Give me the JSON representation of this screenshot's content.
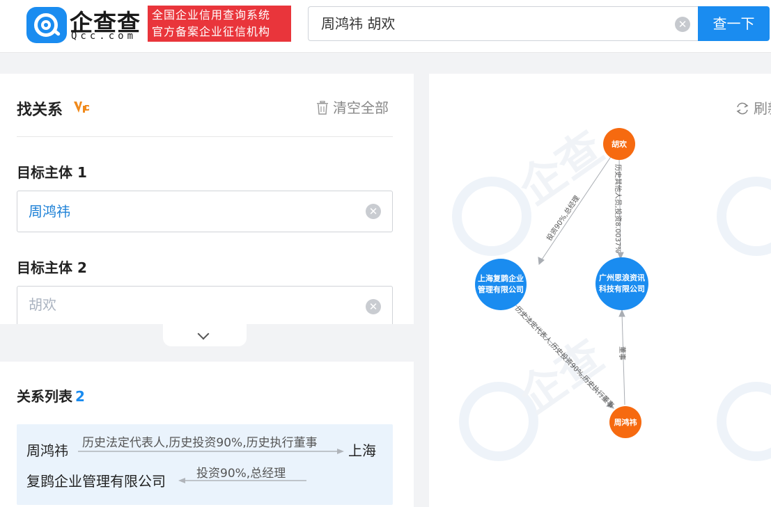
{
  "header": {
    "brand_cn": "企查查",
    "brand_en": "Qcc.com",
    "slogan_line1": "全国企业信用查询系统",
    "slogan_line2": "官方备案企业征信机构",
    "search_value": "周鸿祎 胡欢",
    "search_button": "查一下"
  },
  "finder": {
    "title": "找关系",
    "clear_all": "清空全部",
    "target1_label": "目标主体 1",
    "target1_value": "周鸿祎",
    "target2_label": "目标主体 2",
    "target2_value": "胡欢"
  },
  "relations": {
    "title": "关系列表",
    "count": "2",
    "from": "周鸿祎",
    "to_start": "上海",
    "to_end": "复鹍企业管理有限公司",
    "label_forward": "历史法定代表人,历史投资90%,历史执行董事",
    "label_back": "投资90%,总经理"
  },
  "graph": {
    "refresh": "刷新",
    "nodes": {
      "huhuan": "胡欢",
      "shanghai": "上海复鹍企业管理有限公司",
      "guangzhou": "广州思浪资讯科技有限公司",
      "zhou": "周鸿祎"
    },
    "edges": {
      "hu_to_shanghai": "投资90%,总经理",
      "hu_to_guangzhou": "历史其他人员,投资8.0037%",
      "shanghai_to_zhou": "历史法定代表人,历史投资90%,历史执行董事",
      "zhou_to_guangzhou": "董事"
    }
  },
  "colors": {
    "accent": "#1a8cf0",
    "orange": "#f66a10",
    "slogan_red": "#e9353b"
  }
}
